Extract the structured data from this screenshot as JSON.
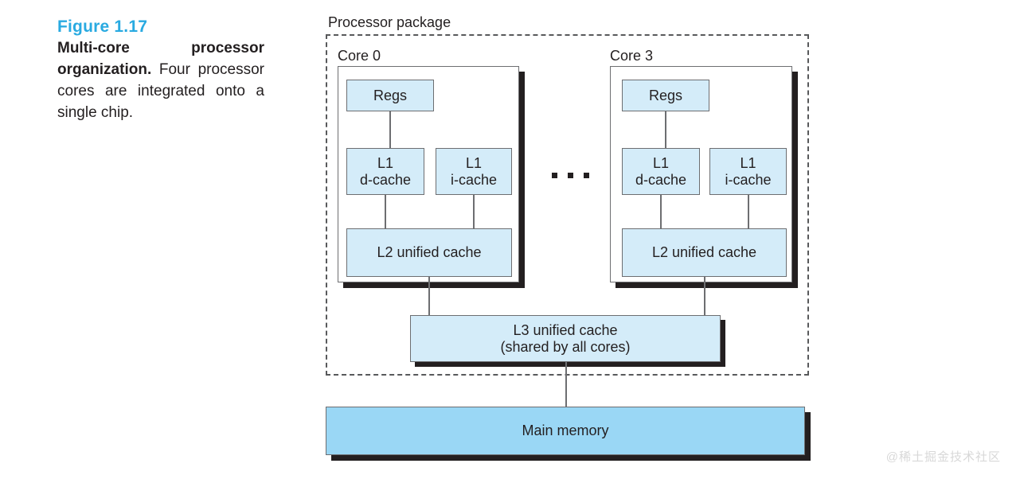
{
  "figure": {
    "label": "Figure 1.17",
    "lead": "Multi-core processor organization.",
    "body": " Four processor cores are integrated onto a single chip."
  },
  "diagram": {
    "package_label": "Processor package",
    "ellipsis_dots": 3,
    "cores": [
      {
        "label": "Core 0",
        "regs": "Regs",
        "l1_d": "L1\nd-cache",
        "l1_d_line1": "L1",
        "l1_d_line2": "d-cache",
        "l1_i_line1": "L1",
        "l1_i_line2": "i-cache",
        "l2": "L2 unified cache"
      },
      {
        "label": "Core 3",
        "regs": "Regs",
        "l1_d_line1": "L1",
        "l1_d_line2": "d-cache",
        "l1_i_line1": "L1",
        "l1_i_line2": "i-cache",
        "l2": "L2 unified cache"
      }
    ],
    "l3_line1": "L3 unified cache",
    "l3_line2": "(shared by all cores)",
    "main_memory": "Main memory"
  },
  "watermark": "@稀土掘金技术社区",
  "colors": {
    "figure_label": "#29aae1",
    "cache_fill": "#d4ecf9",
    "memory_fill": "#9ad7f5",
    "box_border": "#6d6e71",
    "shadow": "#231f20",
    "package_dash": "#58595b",
    "text": "#231f20",
    "watermark": "#d8d8d8"
  }
}
